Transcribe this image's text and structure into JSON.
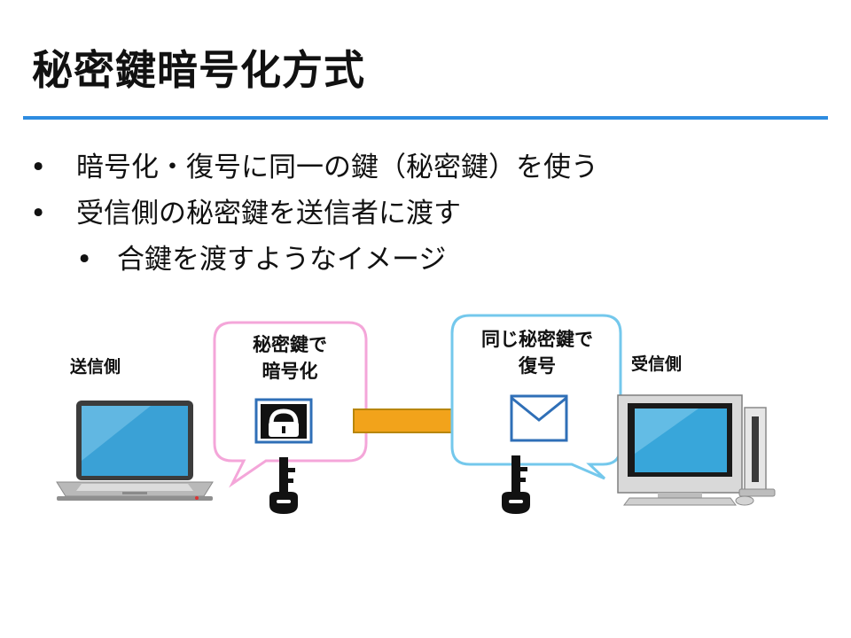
{
  "title": "秘密鍵暗号化方式",
  "bullets": [
    {
      "level": 1,
      "marker": "•",
      "text": "暗号化・復号に同一の鍵（秘密鍵）を使う"
    },
    {
      "level": 1,
      "marker": "•",
      "text": "受信側の秘密鍵を送信者に渡す"
    },
    {
      "level": 2,
      "marker": "•",
      "text": "合鍵を渡すようなイメージ"
    }
  ],
  "diagram": {
    "sender_label": "送信側",
    "receiver_label": "受信側",
    "encrypt_bubble": {
      "line1": "秘密鍵で",
      "line2": "暗号化",
      "border_color": "#f4a6d9"
    },
    "decrypt_bubble": {
      "line1": "同じ秘密鍵で",
      "line2": "復号",
      "border_color": "#74c8ec"
    },
    "arrow_color": "#f2a31b",
    "arrow_edge_color": "#b8860b",
    "icons": [
      "laptop-icon",
      "locked-envelope-icon",
      "key-icon",
      "arrow-icon",
      "envelope-icon",
      "desktop-computer-icon"
    ]
  },
  "colors": {
    "accent": "#2e8ce0",
    "envelope_blue": "#2f6fb7",
    "key": "#111111"
  }
}
